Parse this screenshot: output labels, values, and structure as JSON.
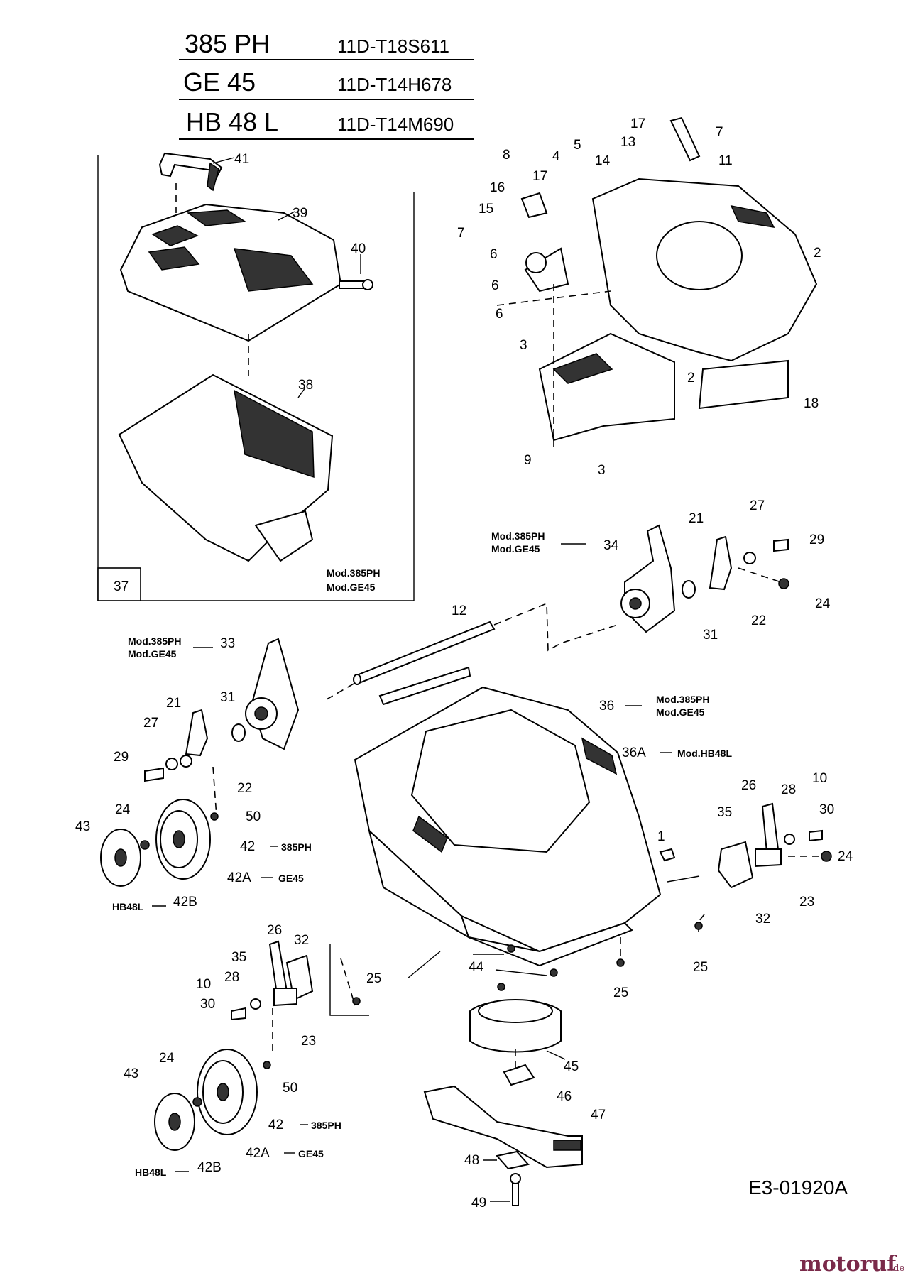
{
  "header": {
    "rows": [
      {
        "model": "385 PH",
        "code": "11D-T18S611"
      },
      {
        "model": "GE 45",
        "code": "11D-T14H678"
      },
      {
        "model": "HB 48 L",
        "code": "11D-T14M690"
      }
    ]
  },
  "grassbag": {
    "box_number": "37",
    "model_note_1": "Mod.385PH",
    "model_note_2": "Mod.GE45"
  },
  "labels": {
    "n41": "41",
    "n39": "39",
    "n40": "40",
    "n38": "38",
    "n17a": "17",
    "n7a": "7",
    "n13": "13",
    "n11": "11",
    "n8": "8",
    "n4": "4",
    "n5": "5",
    "n14": "14",
    "n16": "16",
    "n17b": "17",
    "n15": "15",
    "n7b": "7",
    "n6a": "6",
    "n6b": "6",
    "n6c": "6",
    "n2a": "2",
    "n3a": "3",
    "n2b": "2",
    "n18": "18",
    "n9": "9",
    "n3b": "3",
    "n27a": "27",
    "n21a": "21",
    "n29a": "29",
    "n34": "34",
    "n24a": "24",
    "n31a": "31",
    "n22a": "22",
    "n12": "12",
    "n33": "33",
    "n31b": "31",
    "n21b": "21",
    "n27b": "27",
    "n29b": "29",
    "n22b": "22",
    "n36": "36",
    "n36a": "36A",
    "n26a": "26",
    "n28a": "28",
    "n10a": "10",
    "n35a": "35",
    "n30a": "30",
    "n24b": "24",
    "n1": "1",
    "n23a": "23",
    "n32a": "32",
    "n25a": "25",
    "n24c": "24",
    "n50a": "50",
    "n43a": "43",
    "n42a": "42",
    "n42aa": "42A",
    "n42ba": "42B",
    "n26b": "26",
    "n32b": "32",
    "n35b": "35",
    "n25b": "25",
    "n10b": "10",
    "n28b": "28",
    "n30b": "30",
    "n23b": "23",
    "n44": "44",
    "n25c": "25",
    "n24d": "24",
    "n43b": "43",
    "n50b": "50",
    "n45": "45",
    "n46": "46",
    "n42b": "42",
    "n42ab": "42A",
    "n47": "47",
    "n42bb": "42B",
    "n48": "48",
    "n49": "49"
  },
  "model_notes": {
    "m34_1": "Mod.385PH",
    "m34_2": "Mod.GE45",
    "m33_1": "Mod.385PH",
    "m33_2": "Mod.GE45",
    "m36_1": "Mod.385PH",
    "m36_2": "Mod.GE45",
    "m36a": "Mod.HB48L",
    "w1_42": "385PH",
    "w1_42a": "GE45",
    "w1_42b": "HB48L",
    "w2_42": "385PH",
    "w2_42a": "GE45",
    "w2_42b": "HB48L"
  },
  "diagram_code": "E3-01920A",
  "watermark": {
    "brand": "motoruf",
    "suffix": ".de"
  }
}
